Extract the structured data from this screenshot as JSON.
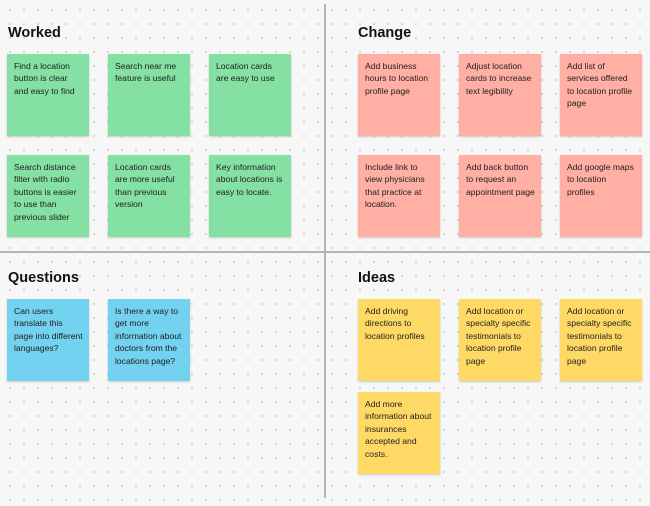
{
  "colors": {
    "green": "#85e0a3",
    "red": "#ffafa3",
    "blue": "#72d2ef",
    "yellow": "#ffd966"
  },
  "sections": {
    "worked": {
      "title": "Worked",
      "notes": [
        "Find a location button is clear and easy to find",
        "Search near me feature is useful",
        "Location cards are easy to use",
        "Search distance filter with radio buttons is easier to use than previous slider",
        "Location cards are more useful than previous version",
        "Key information about locations is easy to locate."
      ]
    },
    "change": {
      "title": "Change",
      "notes": [
        "Add business hours to location profile page",
        "Adjust location cards to increase text legibility",
        "Add list of services offered to location profile page",
        "Include link to view physicians that practice at location.",
        "Add back button to request an appointment page",
        "Add google maps to location profiles"
      ]
    },
    "questions": {
      "title": "Questions",
      "notes": [
        "Can users translate this page into different languages?",
        "Is there a way to get more information about doctors from the locations page?"
      ]
    },
    "ideas": {
      "title": "Ideas",
      "notes": [
        "Add driving directions to location profiles",
        "Add location or specialty specific testimonials to location profile page",
        "Add location or specialty specific testimonials to location profile page",
        "Add more information about insurances accepted and costs."
      ]
    }
  }
}
